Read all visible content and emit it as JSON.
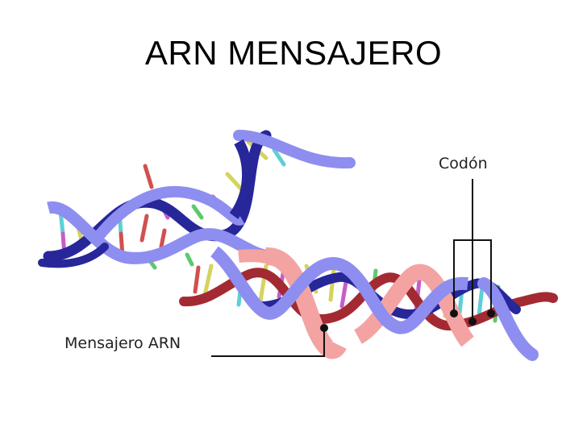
{
  "title": "ARN MENSAJERO",
  "labels": {
    "codon": "Codón",
    "mrna": "Mensajero ARN"
  },
  "colors": {
    "dna_backbone_blue": "#8e8ef0",
    "dna_backbone_navy": "#27279a",
    "rna_backbone_pink": "#f4a3a3",
    "dna_backbone_maroon": "#a32a32",
    "base_yellow": "#d6d35e",
    "base_cyan": "#5ecfd6",
    "base_magenta": "#c65ec8",
    "base_green": "#5ec86e",
    "base_red": "#d05050"
  }
}
